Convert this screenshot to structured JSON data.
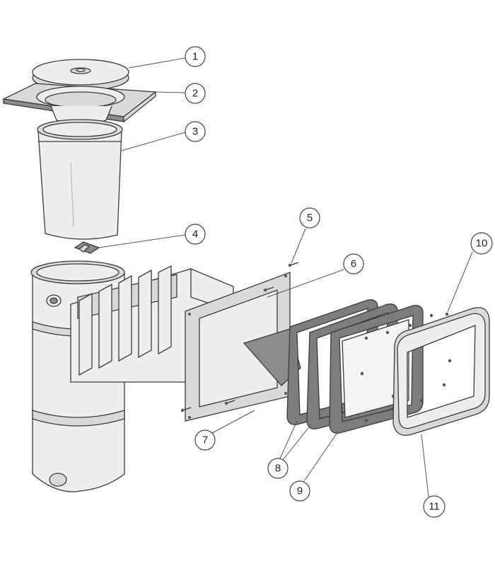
{
  "diagram": {
    "colors": {
      "line": "#3a3a3a",
      "body_fill": "#eeeeee",
      "shade_fill": "#d9d9d9",
      "gasket_fill": "#7d7d7d"
    },
    "callouts": [
      {
        "id": "c1",
        "label": "1"
      },
      {
        "id": "c2",
        "label": "2"
      },
      {
        "id": "c3",
        "label": "3"
      },
      {
        "id": "c4",
        "label": "4"
      },
      {
        "id": "c5",
        "label": "5"
      },
      {
        "id": "c6",
        "label": "6"
      },
      {
        "id": "c7",
        "label": "7"
      },
      {
        "id": "c8",
        "label": "8"
      },
      {
        "id": "c9",
        "label": "9"
      },
      {
        "id": "c10",
        "label": "10"
      },
      {
        "id": "c11",
        "label": "11"
      }
    ]
  }
}
